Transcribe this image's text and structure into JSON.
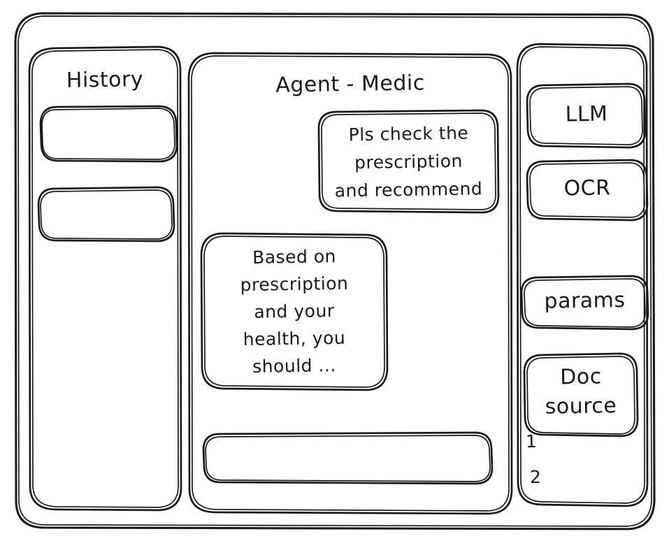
{
  "app": {
    "kind": "wireframe-mockup",
    "style": "hand-drawn",
    "stroke_color": "#1a1a1a",
    "background_color": "#ffffff"
  },
  "sidebar_left": {
    "title": "History",
    "items": [
      {
        "label": ""
      },
      {
        "label": ""
      }
    ]
  },
  "main": {
    "title": "Agent - Medic",
    "messages": [
      {
        "role": "user",
        "align": "right",
        "lines": [
          "Pls check the",
          "prescription",
          "and recommend"
        ]
      },
      {
        "role": "agent",
        "align": "left",
        "lines": [
          "Based on",
          "prescription",
          "and your",
          "health, you",
          "should ..."
        ]
      }
    ],
    "composer": {
      "value": "",
      "placeholder": ""
    }
  },
  "sidebar_right": {
    "buttons": [
      {
        "label": "LLM"
      },
      {
        "label": "OCR"
      },
      {
        "label": "params"
      }
    ],
    "doc_source": {
      "lines": [
        "Doc",
        "source"
      ],
      "list": [
        "1",
        "2"
      ]
    }
  }
}
